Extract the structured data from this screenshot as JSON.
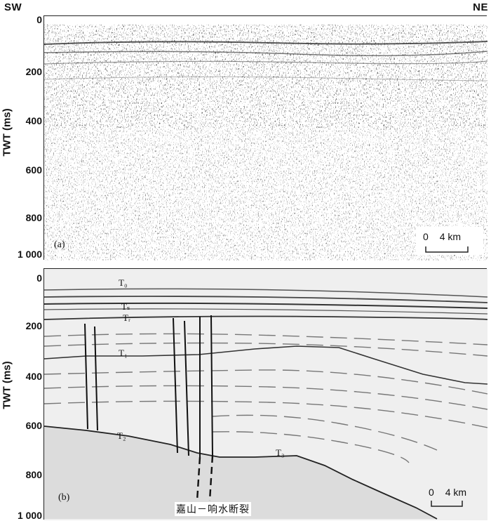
{
  "figure": {
    "direction_left": "SW",
    "direction_right": "NE",
    "y_axis_label": "TWT (ms)",
    "y_ticks": [
      "0",
      "200",
      "400",
      "600",
      "800",
      "1 000"
    ],
    "panel_a_label": "(a)",
    "panel_b_label": "(b)",
    "scale_zero": "0",
    "scale_length": "4 km",
    "fault_name": "嘉山－响水断裂",
    "horizons": [
      {
        "id": "T0",
        "label": "T₀"
      },
      {
        "id": "Ts",
        "label": "Tₛ"
      },
      {
        "id": "Tr",
        "label": "Tᵣ"
      },
      {
        "id": "T1",
        "label": "T₁"
      },
      {
        "id": "T2",
        "label": "T₂"
      },
      {
        "id": "T3",
        "label": "T₃"
      }
    ],
    "colors": {
      "section_fill": "#e8e8e8",
      "basement_fill": "#d9d9d9",
      "line": "#333333"
    }
  }
}
